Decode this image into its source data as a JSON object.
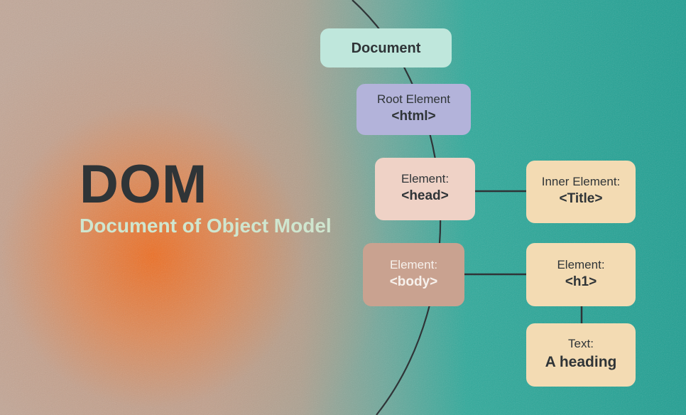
{
  "title": "DOM",
  "subtitle": "Document of Object Model",
  "nodes": {
    "document": {
      "tag": "Document"
    },
    "root": {
      "label": "Root Element",
      "tag": "<html>"
    },
    "head": {
      "label": "Element:",
      "tag": "<head>"
    },
    "body": {
      "label": "Element:",
      "tag": "<body>"
    },
    "title": {
      "label": "Inner Element:",
      "tag": "<Title>"
    },
    "h1": {
      "label": "Element:",
      "tag": "<h1>"
    },
    "text": {
      "label": "Text:",
      "tag": "A heading"
    }
  },
  "colors": {
    "document": "#bfe7dc",
    "root": "#b3b3da",
    "head": "#efd2c6",
    "body": "#c9a290",
    "leaf": "#f3dbb3",
    "line": "#2f3437",
    "title": "#2f3437",
    "subtitle": "#cfe6cf"
  }
}
